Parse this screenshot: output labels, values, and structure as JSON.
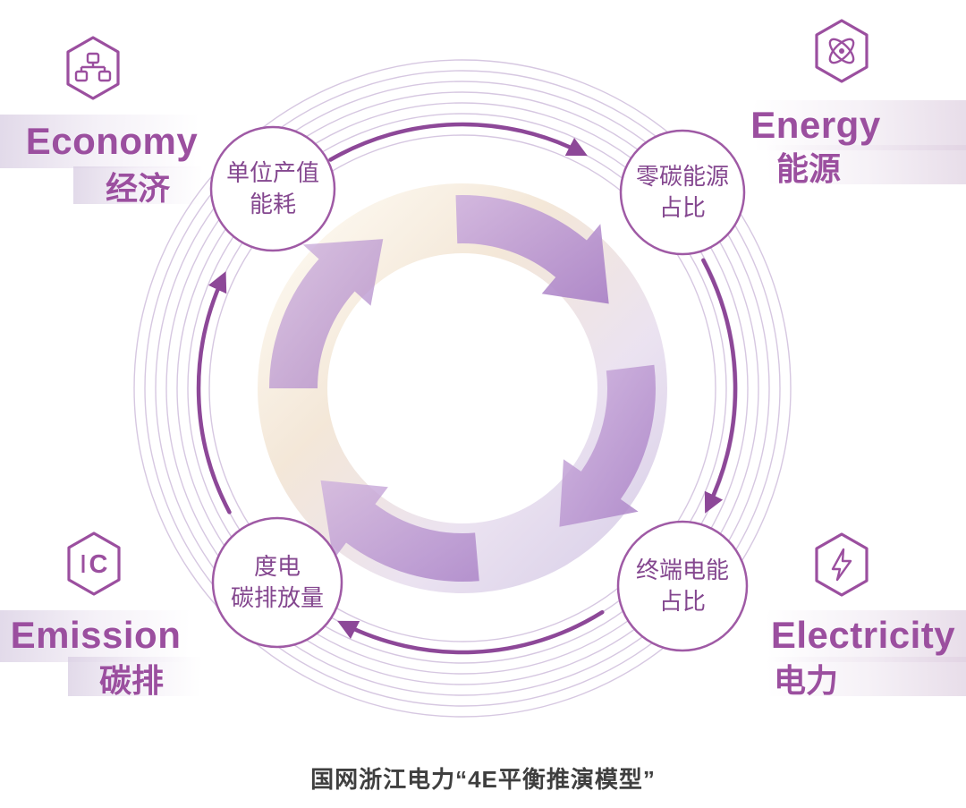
{
  "colors": {
    "primary_purple": "#9b4f9f",
    "arrow_purple": "#8d4898",
    "ring_line": "#c9b5d7",
    "inner_arrow_light": "#cfb2de",
    "inner_arrow_dark": "#a87fc5",
    "node_text": "#84478f",
    "caption_text": "#3f3f3f"
  },
  "corners": {
    "economy": {
      "en": "Economy",
      "zh": "经济"
    },
    "energy": {
      "en": "Energy",
      "zh": "能源"
    },
    "emission": {
      "en": "Emission",
      "zh": "碳排"
    },
    "electricity": {
      "en": "Electricity",
      "zh": "电力"
    }
  },
  "icons": {
    "economy": "org-chart-icon",
    "energy": "atom-icon",
    "emission": "carbon-icon",
    "emission_letter": "C",
    "electricity": "lightning-icon"
  },
  "nodes": {
    "top_left": {
      "line1": "单位产值",
      "line2": "能耗"
    },
    "top_right": {
      "line1": "零碳能源",
      "line2": "占比"
    },
    "bottom_left": {
      "line1": "度电",
      "line2": "碳排放量"
    },
    "bottom_right": {
      "line1": "终端电能",
      "line2": "占比"
    }
  },
  "caption": "国网浙江电力“4E平衡推演模型”"
}
